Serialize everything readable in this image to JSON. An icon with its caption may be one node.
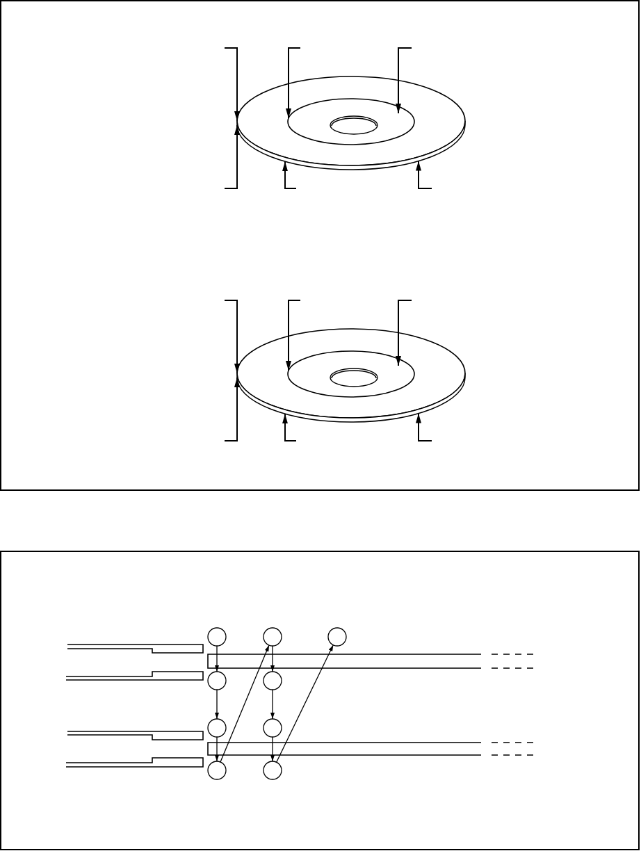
{
  "diagram": {
    "nodes": [
      {
        "text": [],
        "shape": "ellipse"
      },
      {
        "text": [],
        "shape": "ellipse",
        "in": 0
      },
      {
        "text": [],
        "shape": "band"
      },
      {
        "text": [],
        "shape": "ellipse"
      },
      {
        "text": [],
        "shape": "ellipse",
        "in": 3
      },
      {
        "text": [],
        "shape": "band"
      },
      {
        "text": [],
        "shape": "circle"
      },
      {
        "text": [],
        "shape": "circle"
      },
      {
        "text": [],
        "shape": "circle"
      },
      {
        "text": [],
        "shape": "circle"
      },
      {
        "text": [],
        "shape": "circle"
      },
      {
        "text": [],
        "shape": "circle"
      },
      {
        "text": [],
        "shape": "circle"
      },
      {
        "text": [],
        "shape": "circle"
      },
      {
        "text": [],
        "shape": "circle"
      }
    ],
    "edges": [
      {
        "from": null,
        "to": 0,
        "arrow": "to"
      },
      {
        "from": null,
        "to": 1,
        "arrow": "to"
      },
      {
        "from": null,
        "to": 1,
        "arrow": "to"
      },
      {
        "from": null,
        "to": 2,
        "arrow": "to"
      },
      {
        "from": null,
        "to": 2,
        "arrow": "to"
      },
      {
        "from": null,
        "to": 2,
        "arrow": "to"
      },
      {
        "from": null,
        "to": 3,
        "arrow": "to"
      },
      {
        "from": null,
        "to": 4,
        "arrow": "to"
      },
      {
        "from": null,
        "to": 4,
        "arrow": "to"
      },
      {
        "from": null,
        "to": 5,
        "arrow": "to"
      },
      {
        "from": null,
        "to": 5,
        "arrow": "to"
      },
      {
        "from": null,
        "to": 5,
        "arrow": "to"
      },
      {
        "from": 6,
        "to": 9,
        "arrow": "to"
      },
      {
        "from": 9,
        "to": 11,
        "arrow": "to"
      },
      {
        "from": 11,
        "to": 13,
        "arrow": "to"
      },
      {
        "from": 13,
        "to": 7,
        "arrow": "to"
      },
      {
        "from": 7,
        "to": 10,
        "arrow": "to"
      },
      {
        "from": 10,
        "to": 12,
        "arrow": "to"
      },
      {
        "from": 12,
        "to": 14,
        "arrow": "to"
      },
      {
        "from": 14,
        "to": 8,
        "arrow": "to"
      }
    ]
  }
}
